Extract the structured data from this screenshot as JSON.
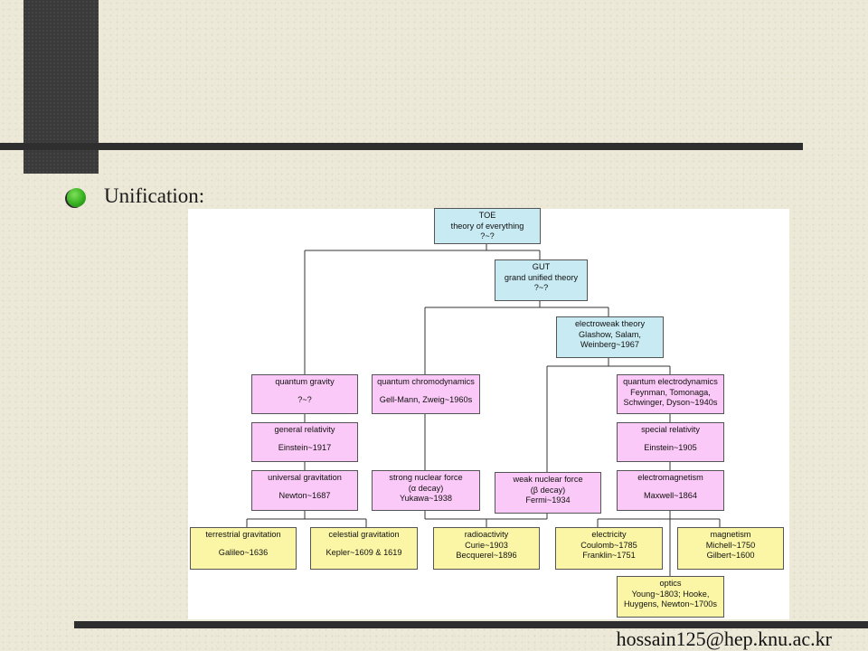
{
  "slide": {
    "heading": "Unification:",
    "footer": "hossain125@hep.knu.ac.kr"
  },
  "diagram": {
    "toe": {
      "l1": "TOE",
      "l2": "theory of everything",
      "l3": "?~?"
    },
    "gut": {
      "l1": "GUT",
      "l2": "grand unified theory",
      "l3": "?~?"
    },
    "electroweak": {
      "l1": "electroweak theory",
      "l2": "Glashow, Salam,",
      "l3": "Weinberg~1967"
    },
    "quantum_gravity": {
      "l1": "quantum gravity",
      "l2": "?~?"
    },
    "qcd": {
      "l1": "quantum chromodynamics",
      "l2": "Gell-Mann, Zweig~1960s"
    },
    "qed": {
      "l1": "quantum electrodynamics",
      "l2": "Feynman, Tomonaga,",
      "l3": "Schwinger, Dyson~1940s"
    },
    "general_relativity": {
      "l1": "general relativity",
      "l2": "Einstein~1917"
    },
    "special_relativity": {
      "l1": "special relativity",
      "l2": "Einstein~1905"
    },
    "universal_gravitation": {
      "l1": "universal gravitation",
      "l2": "Newton~1687"
    },
    "strong_force": {
      "l1": "strong nuclear force",
      "l2": "(α decay)",
      "l3": "Yukawa~1938"
    },
    "weak_force": {
      "l1": "weak nuclear force",
      "l2": "(β decay)",
      "l3": "Fermi~1934"
    },
    "electromagnetism": {
      "l1": "electromagnetism",
      "l2": "Maxwell~1864"
    },
    "terrestrial": {
      "l1": "terrestrial gravitation",
      "l2": "Galileo~1636"
    },
    "celestial": {
      "l1": "celestial gravitation",
      "l2": "Kepler~1609 & 1619"
    },
    "radioactivity": {
      "l1": "radioactivity",
      "l2": "Curie~1903",
      "l3": "Becquerel~1896"
    },
    "electricity": {
      "l1": "electricity",
      "l2": "Coulomb~1785",
      "l3": "Franklin~1751"
    },
    "magnetism": {
      "l1": "magnetism",
      "l2": "Michell~1750",
      "l3": "Gilbert~1600"
    },
    "optics": {
      "l1": "optics",
      "l2": "Young~1803; Hooke,",
      "l3": "Huygens, Newton~1700s"
    }
  }
}
